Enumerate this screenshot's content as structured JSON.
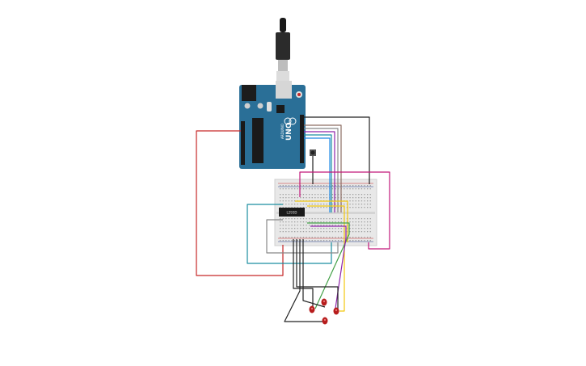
{
  "board": {
    "name": "Arduino UNO",
    "model_label": "UNO",
    "brand_label": "ARDUINO",
    "color": "#2a6f97"
  },
  "breadboard": {
    "color": "#e8e8e8"
  },
  "ic_chip": {
    "label": "L293D"
  },
  "wire_colors": {
    "red": "#c62828",
    "black": "#222222",
    "blue": "#1e88e5",
    "teal": "#1a8ea0",
    "purple": "#8e24aa",
    "magenta": "#c2187a",
    "yellow": "#f2c80f",
    "green": "#43a047",
    "gray": "#888888",
    "brown": "#8d6e63"
  },
  "components": {
    "led_count": 4,
    "led_color": "#b71c1c",
    "pushbutton": "tactile-button"
  }
}
